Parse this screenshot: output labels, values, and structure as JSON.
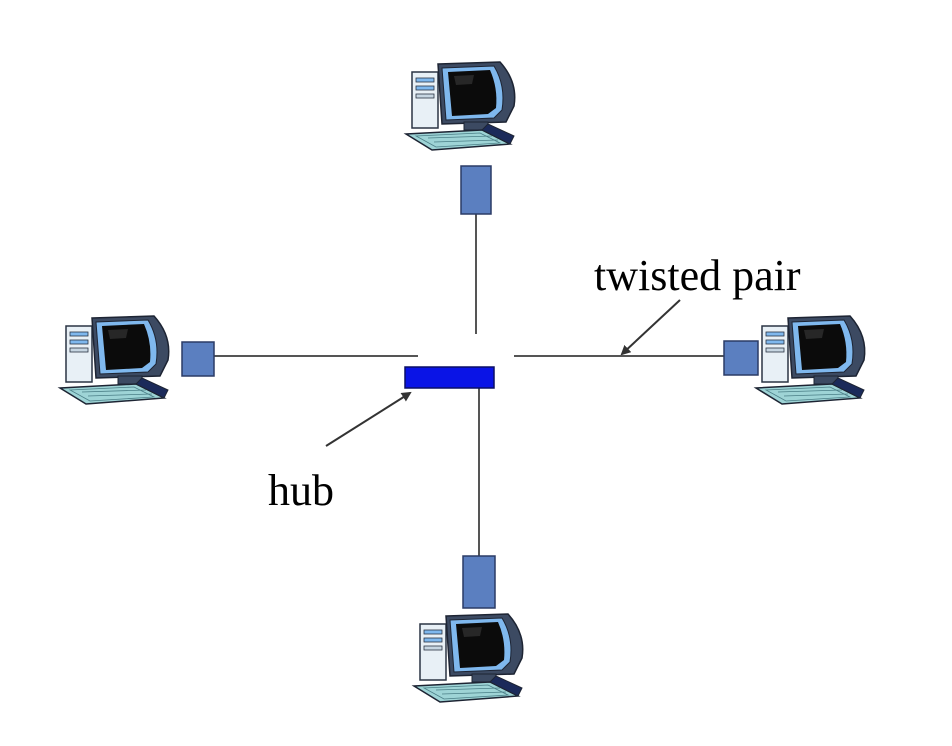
{
  "labels": {
    "twisted_pair": "twisted pair",
    "hub": "hub"
  },
  "colors": {
    "hub": "#0a14e6",
    "adapter": "#5b7fc0",
    "cable": "#555555",
    "arrow": "#333333",
    "monitor_frame": "#3c4a62",
    "screen": "#0b0b0b",
    "accent_blue": "#7fb8ee",
    "keyboard": "#9ed4d6",
    "tower": "#d9e6ef"
  },
  "nodes": [
    "computer-top",
    "computer-left",
    "computer-right",
    "computer-bottom"
  ]
}
